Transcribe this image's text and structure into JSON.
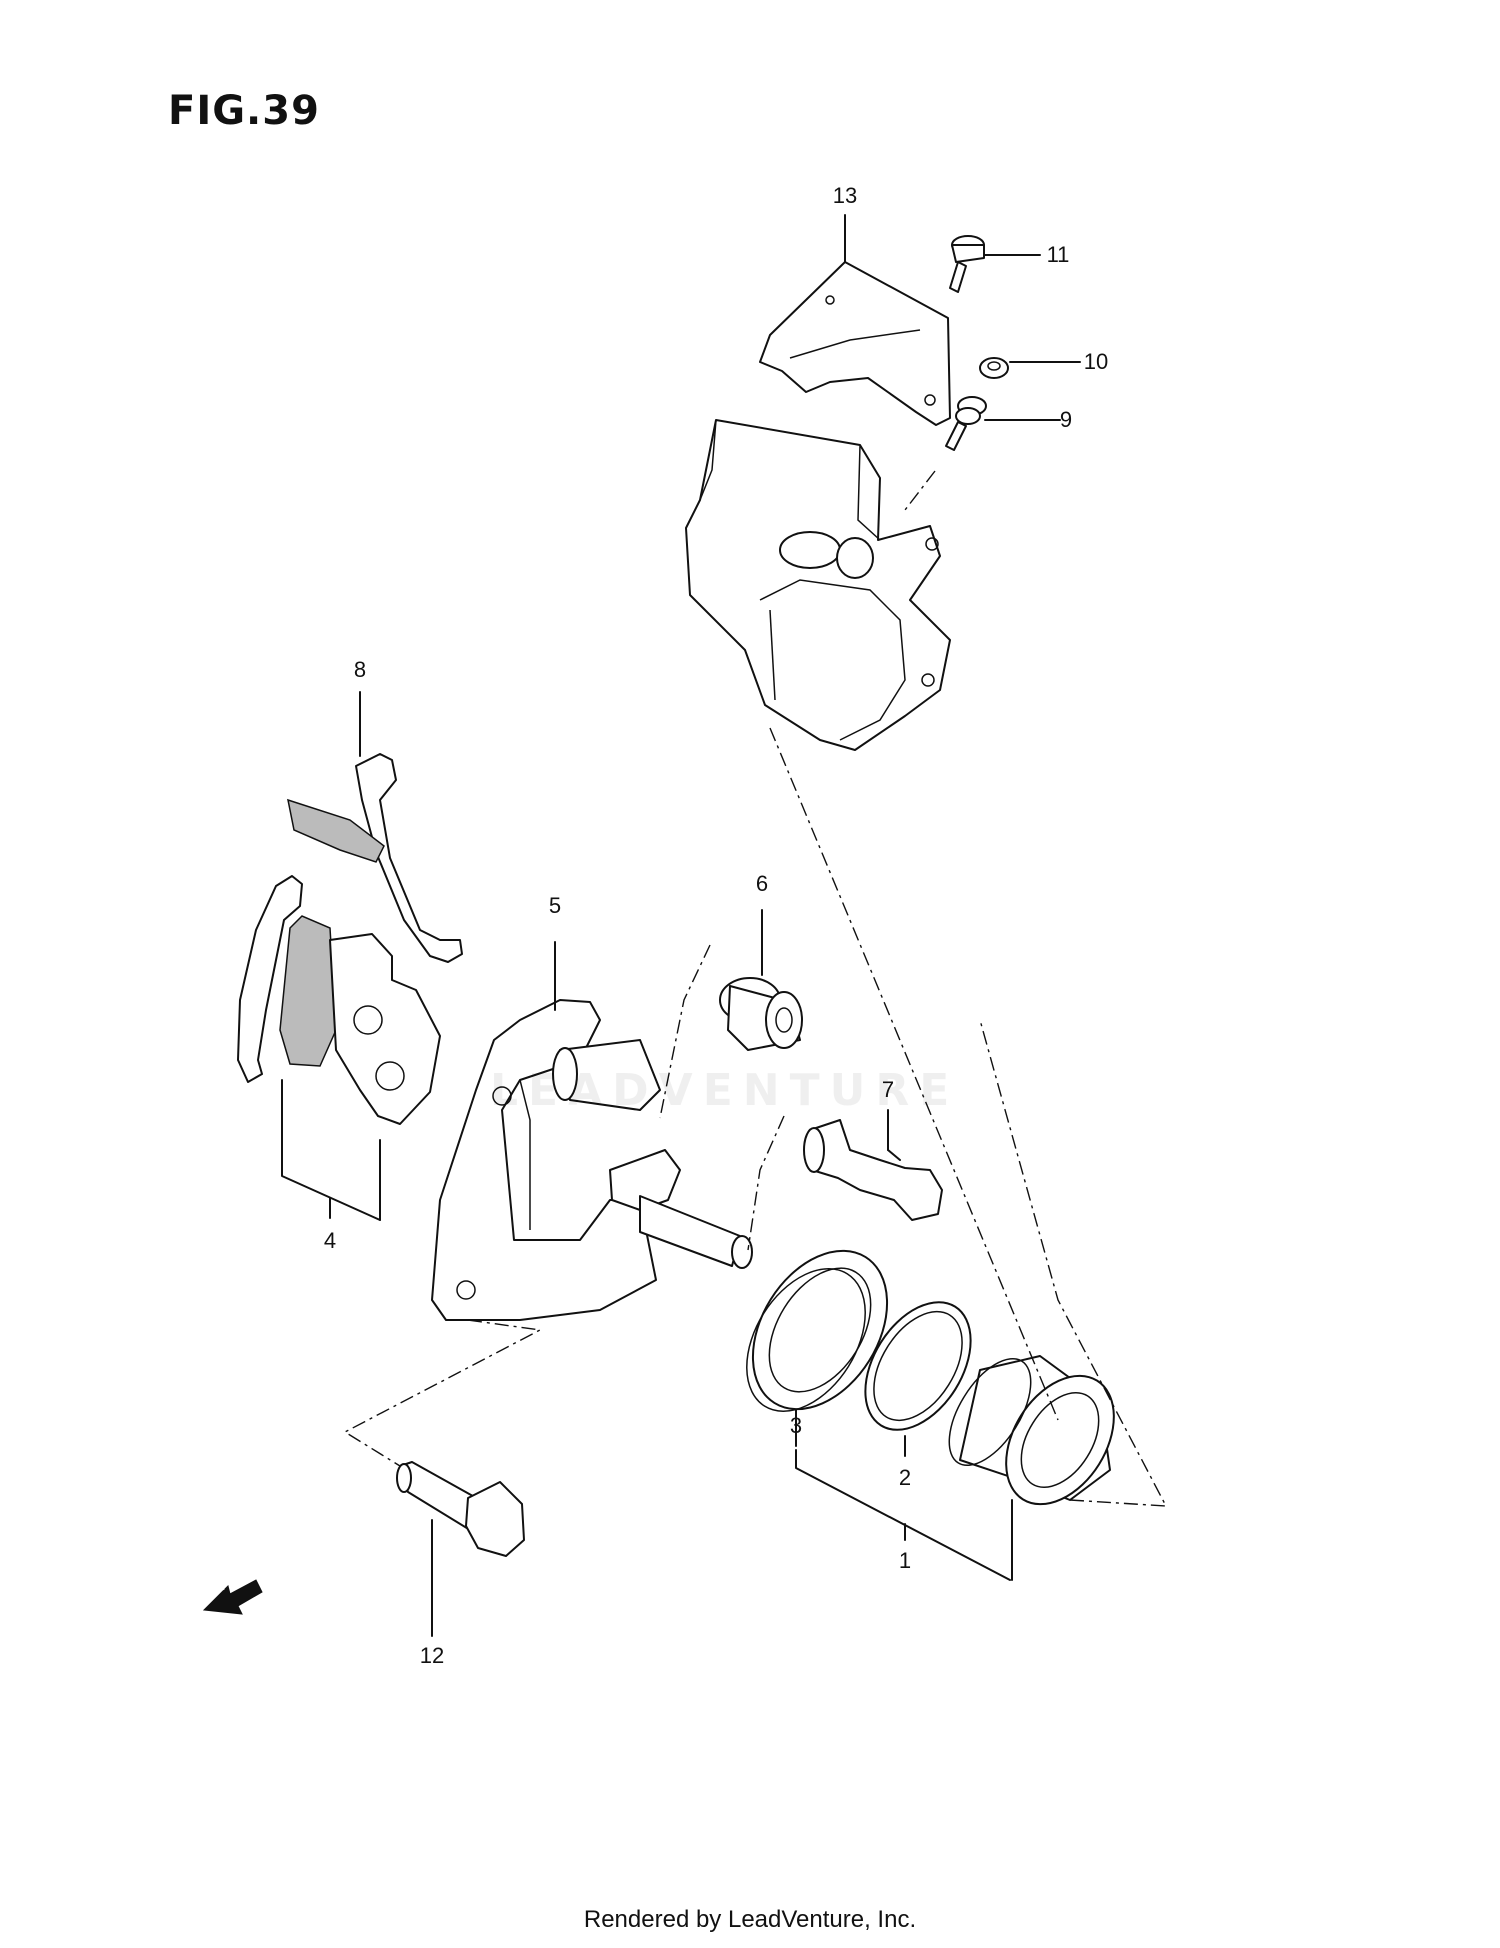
{
  "figure": {
    "title": "FIG.39"
  },
  "callouts": [
    {
      "id": "13",
      "label": "13"
    },
    {
      "id": "11",
      "label": "11"
    },
    {
      "id": "10",
      "label": "10"
    },
    {
      "id": "9",
      "label": "9"
    },
    {
      "id": "8",
      "label": "8"
    },
    {
      "id": "6",
      "label": "6"
    },
    {
      "id": "5",
      "label": "5"
    },
    {
      "id": "7",
      "label": "7"
    },
    {
      "id": "4",
      "label": "4"
    },
    {
      "id": "3",
      "label": "3"
    },
    {
      "id": "2",
      "label": "2"
    },
    {
      "id": "1",
      "label": "1"
    },
    {
      "id": "12",
      "label": "12"
    }
  ],
  "fwd_label": "FWD",
  "watermark": "LEADVENTURE",
  "footer": "Rendered by LeadVenture, Inc."
}
